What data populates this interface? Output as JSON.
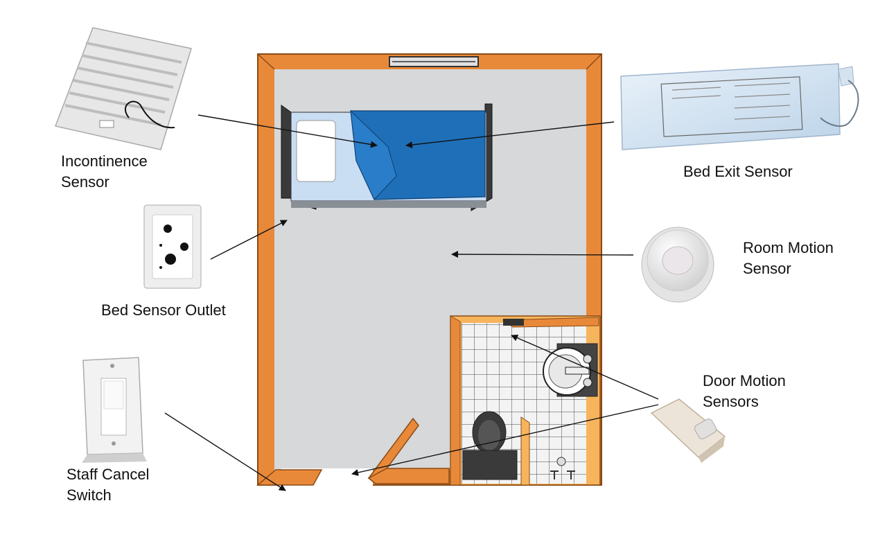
{
  "labels": {
    "incontinence": [
      "Incontinence",
      "Sensor"
    ],
    "bed_sensor_outlet": "Bed Sensor Outlet",
    "staff_cancel": [
      "Staff Cancel",
      "Switch"
    ],
    "bed_exit": "Bed Exit Sensor",
    "room_motion": [
      "Room Motion",
      "Sensor"
    ],
    "door_motion": [
      "Door Motion",
      "Sensors"
    ]
  },
  "colors": {
    "wall": "#e8893a",
    "wall_dark": "#c96d22",
    "floor": "#d6d8da",
    "bathroom_floor": "#f3f3f3",
    "bathroom_wall": "#f6b45d",
    "blanket": "#1f6fb8",
    "sheet": "#c9ddf3",
    "arrow": "#111111"
  }
}
